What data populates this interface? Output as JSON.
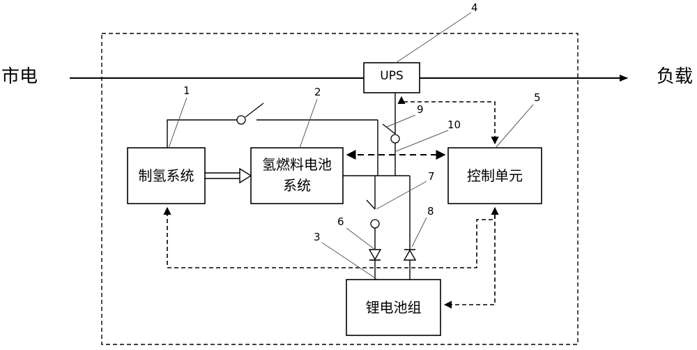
{
  "left_label": "市电",
  "right_label": "负载",
  "boxes": {
    "ups": "UPS",
    "hydrogen_production": "制氢系统",
    "fuel_cell_line1": "氢燃料电池",
    "fuel_cell_line2": "系统",
    "control_unit": "控制单元",
    "lithium_battery": "锂电池组"
  },
  "callouts": [
    "1",
    "2",
    "3",
    "4",
    "5",
    "6",
    "7",
    "8",
    "9",
    "10"
  ]
}
